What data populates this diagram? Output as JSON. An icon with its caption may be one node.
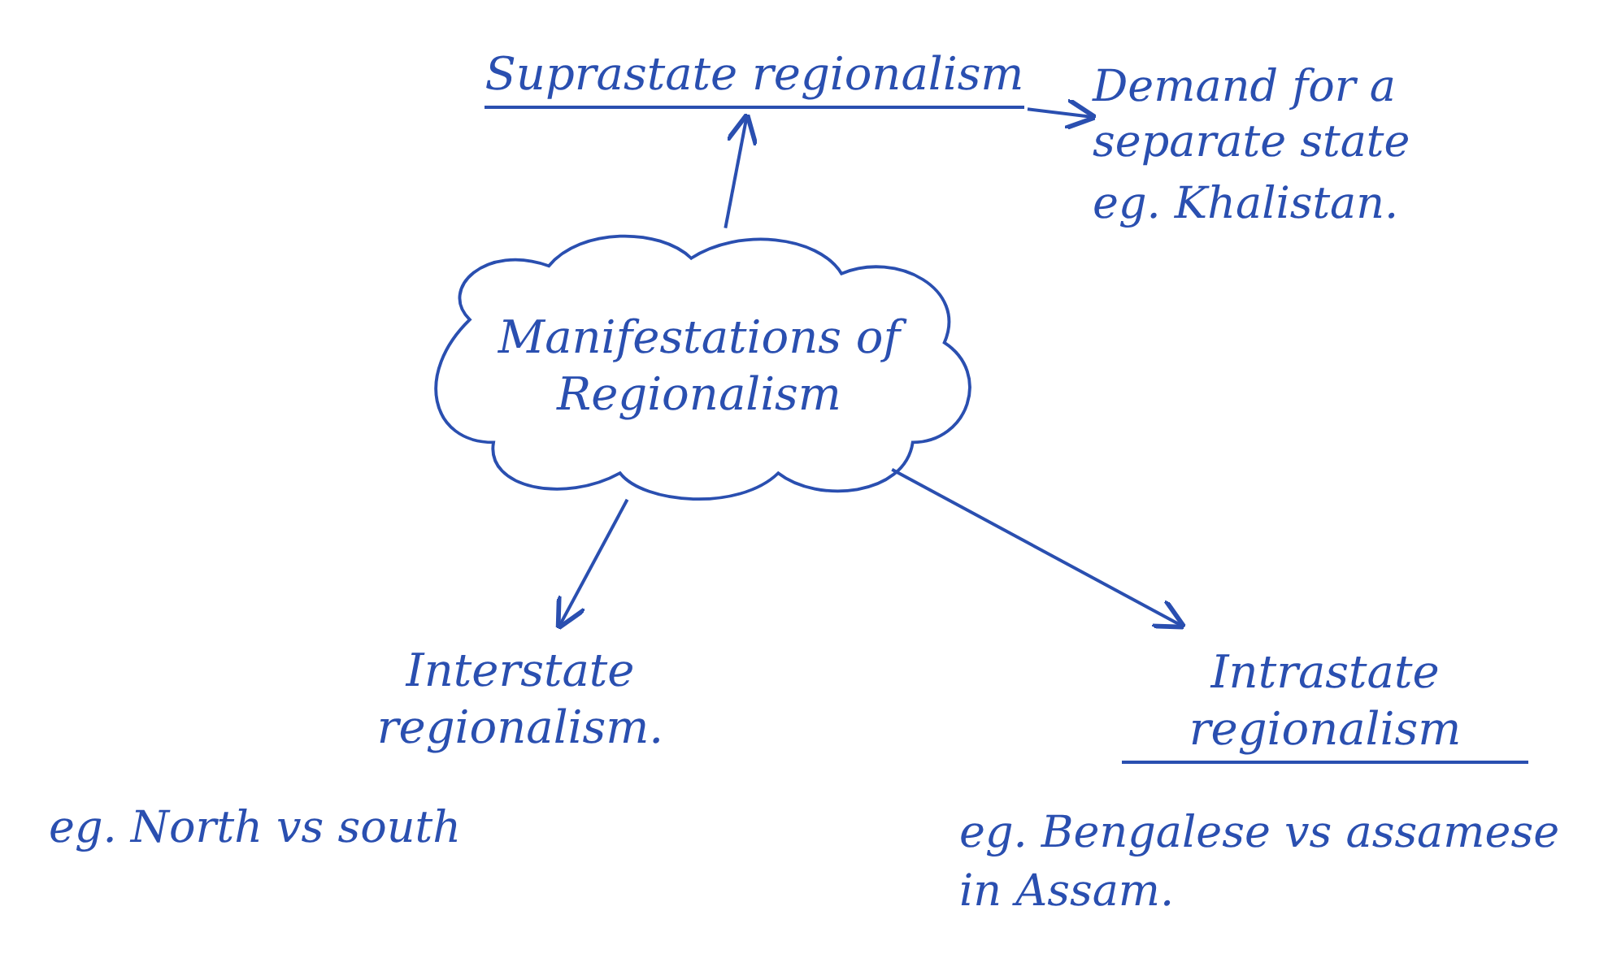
{
  "diagram": {
    "nodes": [
      {
        "text": [
          "Manifestations of Regionalism"
        ]
      },
      {
        "text": [
          "Suprastate regionalism"
        ]
      },
      {
        "text": [
          "Demand for a separate state",
          "eg. Khalistan."
        ]
      },
      {
        "text": [
          "Interstate regionalism."
        ],
        "beside": [
          "eg. North vs south"
        ]
      },
      {
        "text": [
          "Intrastate regionalism"
        ],
        "beside": [
          "eg. Bengalese vs assamese in Assam."
        ]
      }
    ],
    "edges": [
      {
        "from": 0,
        "to": 1,
        "arrow": "to"
      },
      {
        "from": 1,
        "to": 2,
        "arrow": "to"
      },
      {
        "from": 0,
        "to": 3,
        "arrow": "to"
      },
      {
        "from": 0,
        "to": 4,
        "arrow": "to"
      }
    ]
  }
}
